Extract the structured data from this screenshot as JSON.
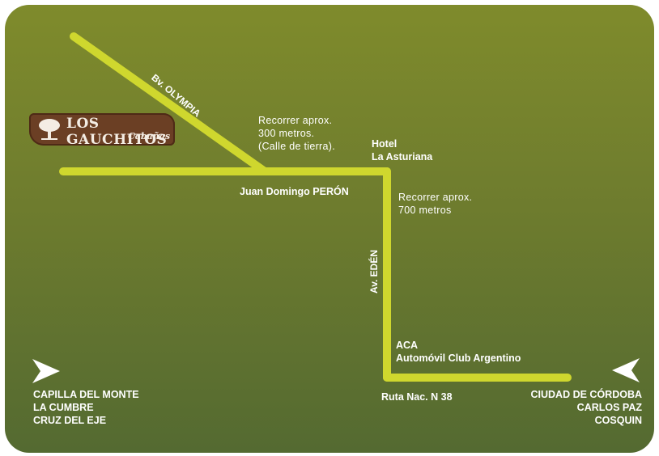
{
  "colors": {
    "road": "#cfd72e",
    "background_top": "#7f8b2c",
    "background_bottom": "#546a31",
    "text": "#ffffff",
    "logo_background": "#6b3f24"
  },
  "logo": {
    "icon": "tree-icon",
    "name": "LOS GAUCHITOS",
    "subtitle": "Cabañas"
  },
  "streets": {
    "olympia": "Bv. OLYMPIA",
    "peron": "Juan Domingo PERÓN",
    "eden": "Av. EDÉN",
    "ruta": "Ruta Nac. N 38"
  },
  "notes": {
    "note1": [
      "Recorrer aprox.",
      "300 metros.",
      "(Calle de tierra)."
    ],
    "note2": [
      "Recorrer aprox.",
      "700 metros"
    ]
  },
  "landmarks": {
    "hotel": [
      "Hotel",
      "La Asturiana"
    ],
    "aca": [
      "ACA",
      "Automóvil Club Argentino"
    ]
  },
  "destinations": {
    "left": {
      "icon": "arrow-right-icon",
      "lines": [
        "CAPILLA DEL MONTE",
        "LA CUMBRE",
        "CRUZ DEL EJE"
      ]
    },
    "right": {
      "icon": "arrow-left-icon",
      "lines": [
        "CIUDAD DE CÓRDOBA",
        "CARLOS PAZ",
        "COSQUIN"
      ]
    }
  }
}
